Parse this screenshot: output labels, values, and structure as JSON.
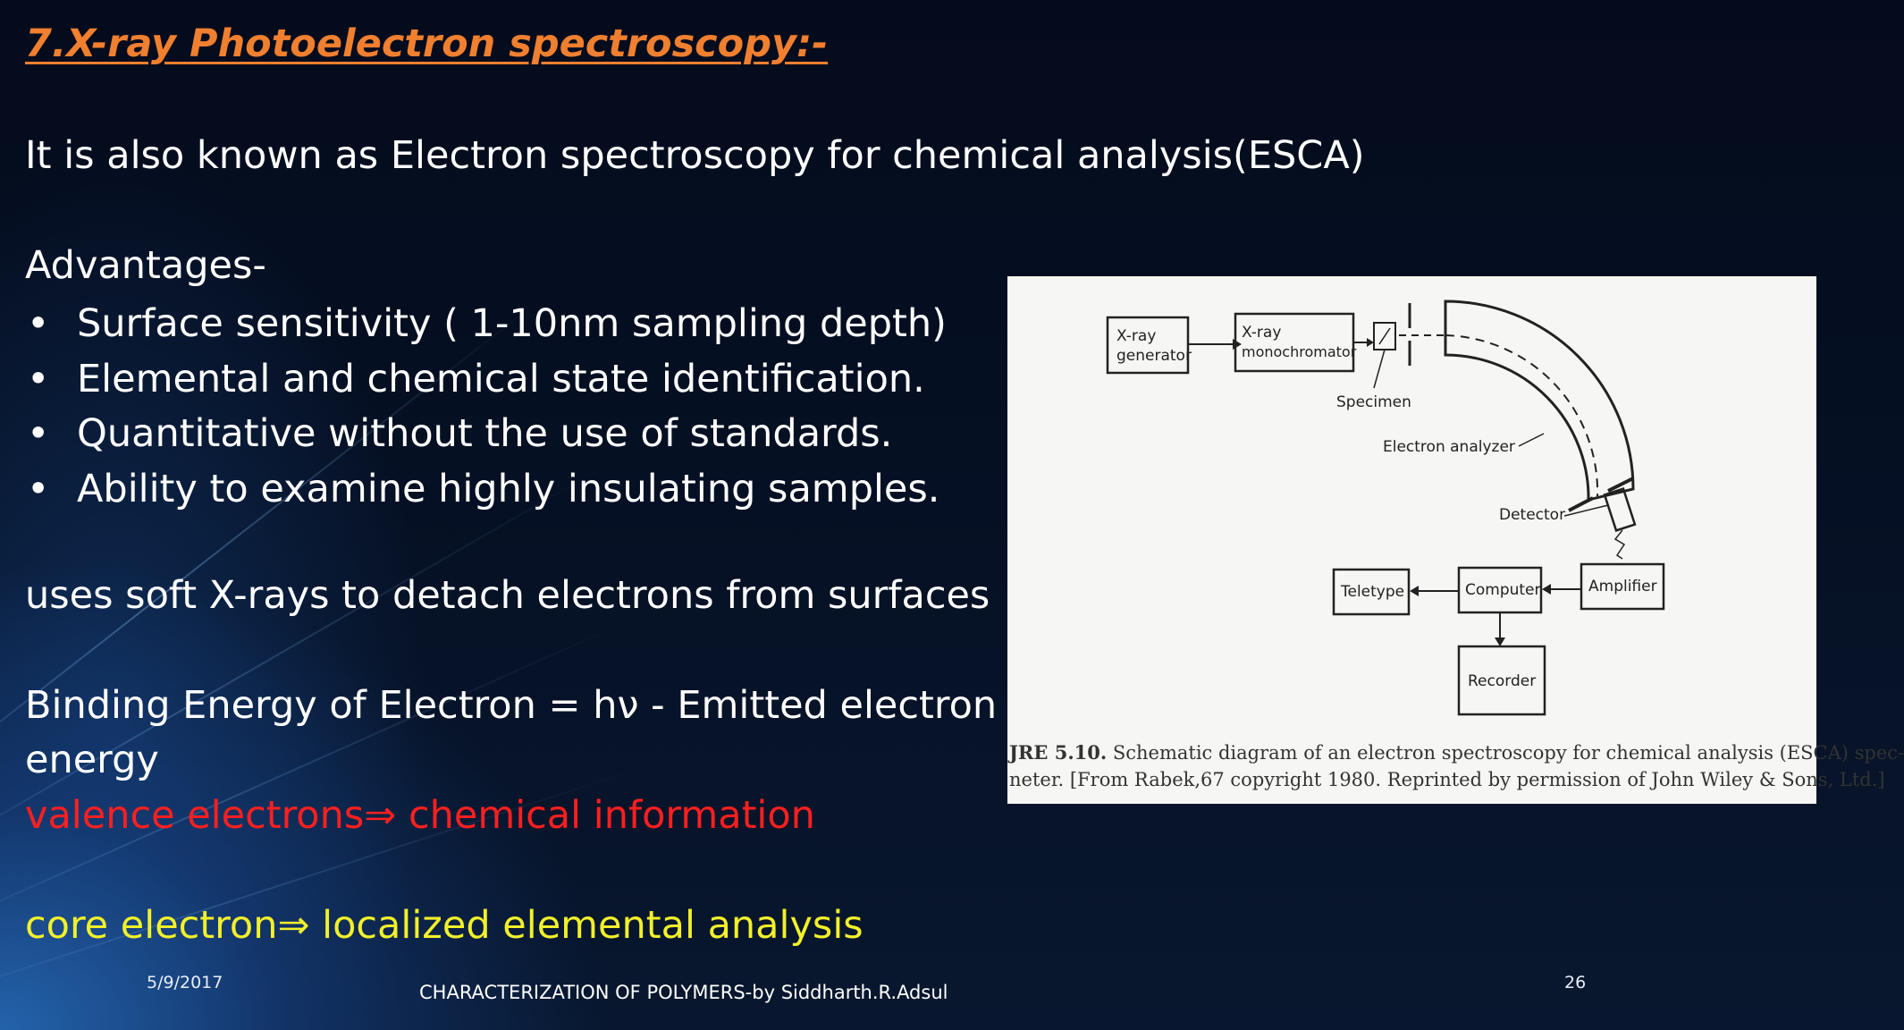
{
  "slide": {
    "title": "7.X-ray Photoelectron spectroscopy:-",
    "intro": "It is also known as Electron spectroscopy for chemical analysis(ESCA)",
    "advantages_heading": "Advantages-",
    "bullet_symbol": "•",
    "advantages": [
      "Surface sensitivity ( 1-10nm sampling depth)",
      "Elemental and chemical state identification.",
      "Quantitative without the use of standards.",
      "Ability to examine highly insulating samples."
    ],
    "soft_xrays": "uses soft X-rays to detach electrons from surfaces",
    "binding_energy_line1": "Binding Energy of Electron = hν - Emitted electron",
    "binding_energy_line2": "energy",
    "valence": "valence electrons⇒ chemical information",
    "core": "core electron⇒ localized elemental analysis",
    "colors": {
      "title": "#f07f2f",
      "valence": "#ff1f1f",
      "core": "#f2f02a"
    }
  },
  "figure": {
    "labels": {
      "xray_gen_1": "X-ray",
      "xray_gen_2": "generator",
      "mono_1": "X-ray",
      "mono_2": "monochromator",
      "specimen": "Specimen",
      "analyzer": "Electron analyzer",
      "detector": "Detector",
      "teletype": "Teletype",
      "computer": "Computer",
      "amplifier": "Amplifier",
      "recorder": "Recorder"
    },
    "caption_label": "JRE 5.10.",
    "caption_line1": "Schematic diagram of an electron spectroscopy for chemical analysis (ESCA) spec-",
    "caption_line2": "neter. [From Rabek,67 copyright 1980. Reprinted by permission of John Wiley & Sons, Ltd.]"
  },
  "footer": {
    "date": "5/9/2017",
    "center": "CHARACTERIZATION OF POLYMERS-by Siddharth.R.Adsul",
    "page": "26"
  }
}
